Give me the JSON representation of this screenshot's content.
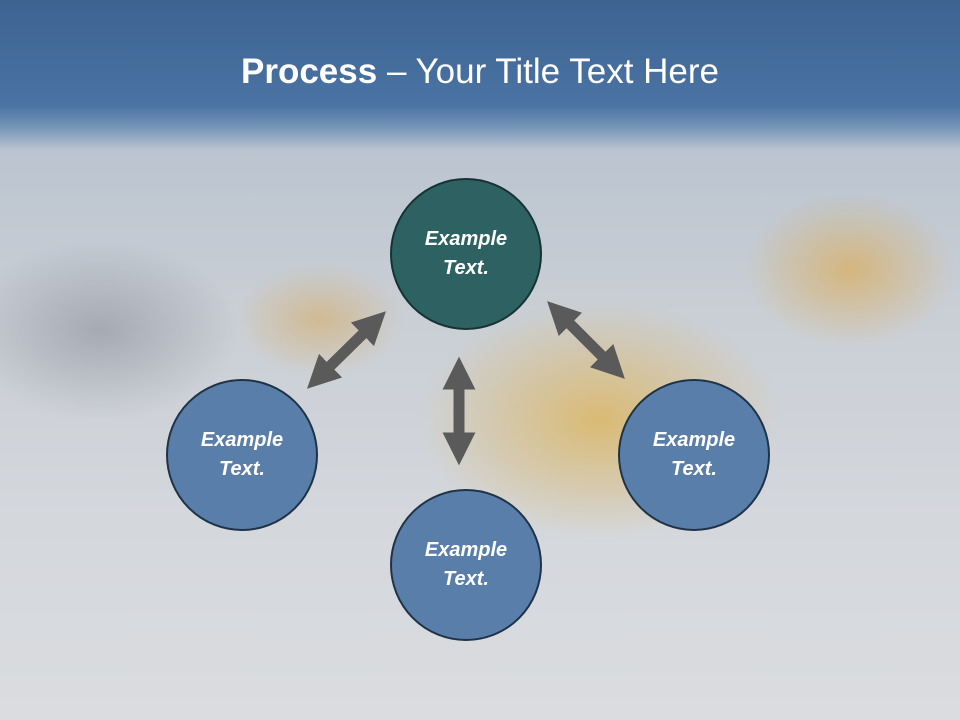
{
  "slide": {
    "title_bold": "Process",
    "title_rest": " – Your Title Text Here"
  },
  "diagram": {
    "nodes": [
      {
        "id": "top",
        "line1": "Example",
        "line2": "Text."
      },
      {
        "id": "left",
        "line1": "Example",
        "line2": "Text."
      },
      {
        "id": "right",
        "line1": "Example",
        "line2": "Text."
      },
      {
        "id": "bottom",
        "line1": "Example",
        "line2": "Text."
      }
    ]
  },
  "colors": {
    "header": "#4a73a3",
    "main_node": "#2e6262",
    "node": "#5a7eaa",
    "arrow": "#5a5a5a"
  }
}
